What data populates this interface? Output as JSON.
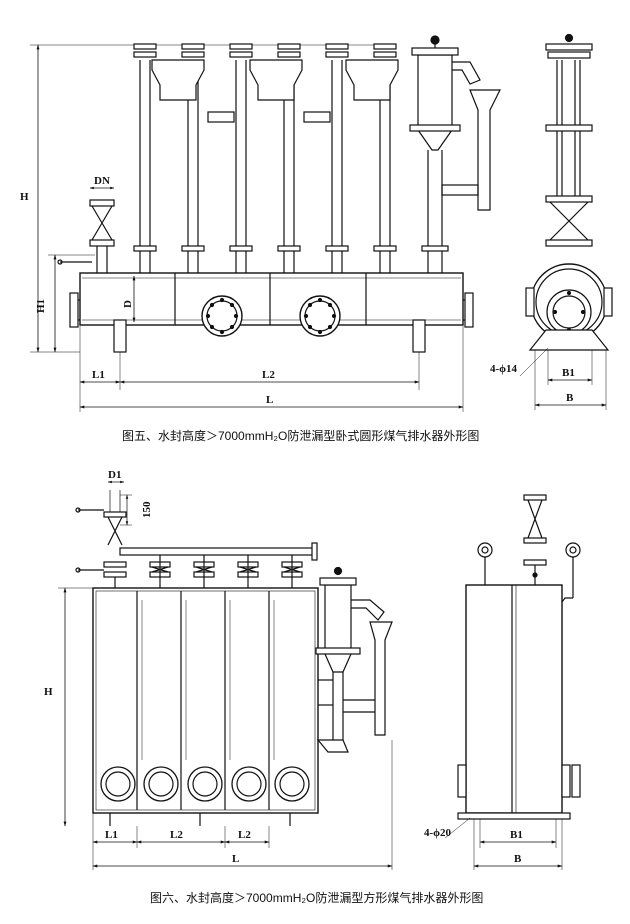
{
  "figure5": {
    "caption": "图五、水封高度＞7000mmH₂O防泄漏型卧式圆形煤气排水器外形图",
    "labels": {
      "H": "H",
      "H1": "H1",
      "D": "D",
      "DN": "DN",
      "L1": "L1",
      "L2": "L2",
      "L": "L",
      "B1": "B1",
      "B": "B",
      "holes": "4-ϕ14"
    }
  },
  "figure6": {
    "caption": "图六、水封高度＞7000mmH₂O防泄漏型方形煤气排水器外形图",
    "labels": {
      "D1": "D1",
      "dim150": "150",
      "H": "H",
      "L1": "L1",
      "L2a": "L2",
      "L2b": "L2",
      "L": "L",
      "B1": "B1",
      "B": "B",
      "holes": "4-ϕ20"
    }
  }
}
